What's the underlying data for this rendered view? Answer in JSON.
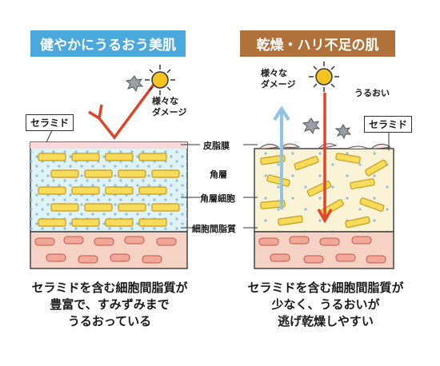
{
  "left_title": "健やかにうるおう美肌",
  "right_title": "乾燥・ハリ不足の肌",
  "uv_label_left": [
    "様々な",
    "ダメージ"
  ],
  "uv_label_right": [
    "様々な",
    "ダメージ"
  ],
  "moisture_label": "うるおい",
  "ceramide_left": "セラミド",
  "ceramide_right": "セラミド",
  "layer_labels": {
    "sebum_film": "皮脂膜",
    "stratum_corneum": "角層",
    "corneocyte": "角層細胞",
    "intercellular_lipid": "細胞間脂質"
  },
  "caption_left": [
    "セラミドを含む細胞間脂質が",
    "豊富で、すみずみまで",
    "うるおっている"
  ],
  "caption_right": [
    "セラミドを含む細胞間脂質が",
    "少なく、うるおいが",
    "逃げ乾燥しやすい"
  ],
  "colors": {
    "left_banner": "#4aa8dc",
    "right_banner": "#b0713a",
    "corneocyte_fill": "#f6dc5a",
    "lipid_bg": "#dff2f4",
    "dermis_fill": "#f6d2c4",
    "arrow_red": "#e0452a",
    "arrow_blue": "#8fc4e6"
  }
}
